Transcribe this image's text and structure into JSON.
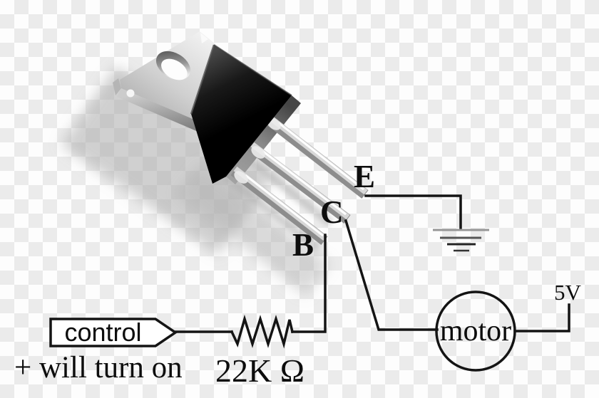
{
  "diagram": {
    "pins": {
      "e": "E",
      "c": "C",
      "b": "B"
    },
    "control": {
      "label": "control",
      "note": "+ will turn on"
    },
    "resistor": {
      "value": "22K Ω"
    },
    "motor": {
      "label": "motor"
    },
    "power": {
      "label": "5V"
    },
    "colors": {
      "wire": "#141414",
      "text": "#0d0d0d",
      "checker_light": "#fdfdfd",
      "checker_dark": "#ebebeb",
      "ground_top_line": "#969696"
    }
  }
}
